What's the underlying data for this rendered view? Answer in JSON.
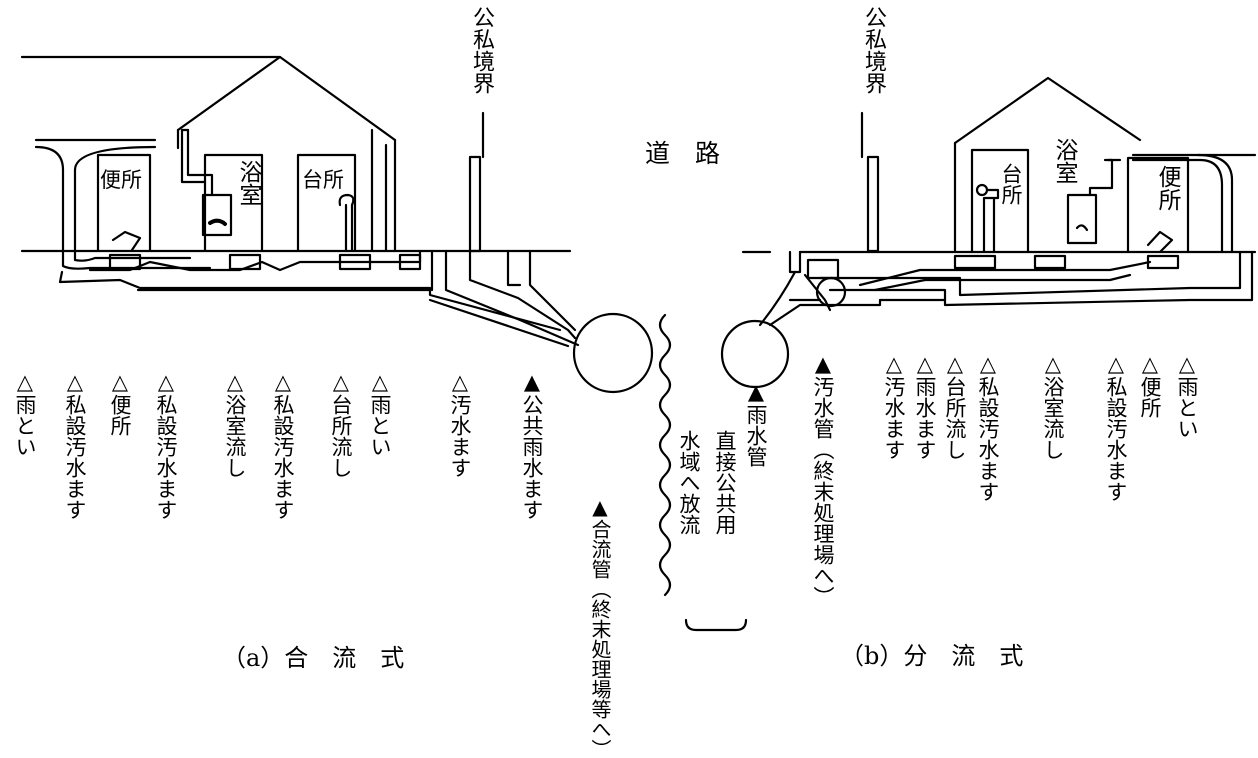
{
  "road": "道　路",
  "left": {
    "boundary": "公私境界",
    "rooms": {
      "toilet": "便所",
      "bath": "浴室",
      "kitchen": "台所"
    },
    "labels": [
      "△雨とい",
      "△私設汚水ます",
      "△便所",
      "△私設汚水ます",
      "△浴室流し",
      "△私設汚水ます",
      "△台所流し",
      "△雨とい",
      "△汚水ます",
      "▲公共雨水ます",
      "▲合流管（終末処理場等へ）"
    ],
    "caption": "（a）合　流　式"
  },
  "center": {
    "rain_pipe": "▲雨水管",
    "discharge_1": "直接公共用",
    "discharge_2": "水域へ放流"
  },
  "right": {
    "boundary": "公私境界",
    "rooms": {
      "kitchen": "台所",
      "bath": "浴室",
      "toilet": "便所"
    },
    "sewer_pipe": "▲汚水管（終末処理場へ）",
    "labels": [
      "△汚水ます",
      "△雨水ます",
      "△台所流し",
      "△私設汚水ます",
      "△浴室流し",
      "△私設汚水ます",
      "△便所",
      "△雨とい"
    ],
    "caption": "（b）分　流　式"
  }
}
